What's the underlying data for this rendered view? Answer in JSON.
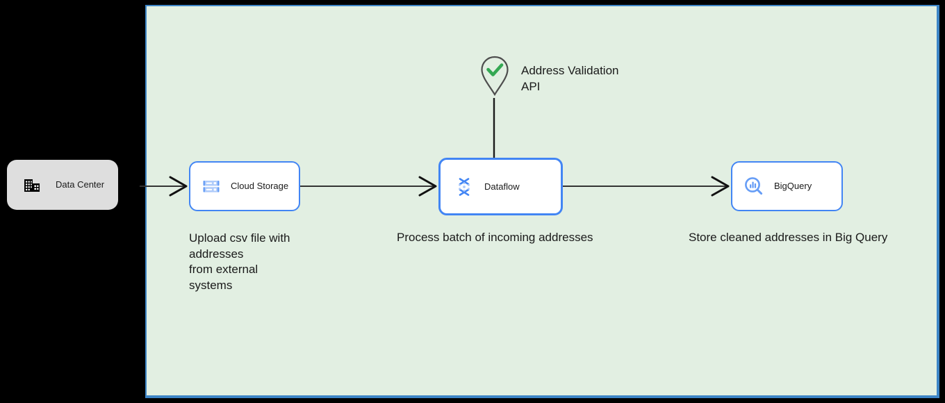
{
  "canvas": {
    "background_color": "#e2efe2",
    "border_color": "#3d85c6"
  },
  "nodes": [
    {
      "id": "data-center",
      "label": "Data Center",
      "icon": "data-center-building-icon",
      "background_color": "#dedede",
      "icon_color": "#000000"
    },
    {
      "id": "cloud-storage",
      "label": "Cloud Storage",
      "icon": "cloud-storage-icon",
      "background_color": "#ffffff",
      "border_color": "#4285f4",
      "icon_color": "#669df6"
    },
    {
      "id": "dataflow",
      "label": "Dataflow",
      "icon": "dataflow-icon",
      "background_color": "#ffffff",
      "border_color": "#4285f4",
      "icon_color": "#4285f4"
    },
    {
      "id": "bigquery",
      "label": "BigQuery",
      "icon": "bigquery-icon",
      "background_color": "#ffffff",
      "border_color": "#4285f4",
      "icon_color": "#669df6"
    }
  ],
  "marker": {
    "label": "Address Validation\nAPI",
    "icon": "map-pin-check-icon",
    "pin_stroke_color": "#4d4d4d",
    "check_color": "#34a853"
  },
  "captions": {
    "storage": "Upload csv file with\naddresses\nfrom external\nsystems",
    "dataflow": "Process batch of incoming addresses",
    "bigquery": "Store cleaned addresses in Big Query"
  },
  "connectors": [
    {
      "id": "data-center-to-cloud-storage",
      "type": "arrow",
      "direction": "right"
    },
    {
      "id": "cloud-storage-to-dataflow",
      "type": "arrow",
      "direction": "right"
    },
    {
      "id": "dataflow-to-bigquery",
      "type": "arrow",
      "direction": "right"
    },
    {
      "id": "api-to-dataflow",
      "type": "line",
      "direction": "down"
    }
  ]
}
